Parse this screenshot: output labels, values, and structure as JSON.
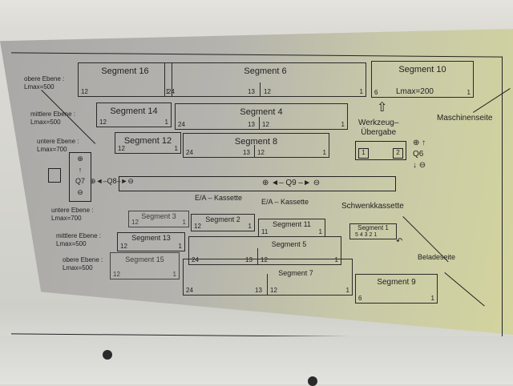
{
  "levels_top": [
    {
      "label": "obere Ebene :",
      "lmax": "Lmax=500"
    },
    {
      "label": "mittlere Ebene :",
      "lmax": "Lmax=500"
    },
    {
      "label": "untere Ebene :",
      "lmax": "Lmax=700"
    }
  ],
  "levels_bottom": [
    {
      "label": "untere Ebene :",
      "lmax": "Lmax=700"
    },
    {
      "label": "mittlere Ebene :",
      "lmax": "Lmax=500"
    },
    {
      "label": "obere Ebene :",
      "lmax": "Lmax=500"
    }
  ],
  "segments": {
    "s16": {
      "title": "Segment 16",
      "n": [
        "12",
        "1"
      ]
    },
    "s6": {
      "title": "Segment 6",
      "n": [
        "24",
        "13",
        "12",
        "1"
      ]
    },
    "s10": {
      "title": "Segment 10",
      "n": [
        "6",
        "1"
      ],
      "lmax": "Lmax=200"
    },
    "s14": {
      "title": "Segment 14",
      "n": [
        "12",
        "1"
      ]
    },
    "s4": {
      "title": "Segment 4",
      "n": [
        "24",
        "13",
        "12",
        "1"
      ]
    },
    "s12": {
      "title": "Segment 12",
      "n": [
        "12",
        "1"
      ]
    },
    "s8": {
      "title": "Segment 8",
      "n": [
        "24",
        "13",
        "12",
        "1"
      ]
    },
    "s3": {
      "title": "Segment 3",
      "n": [
        "12",
        "1"
      ]
    },
    "s2": {
      "title": "Segment 2",
      "n": [
        "12",
        "1"
      ]
    },
    "s11": {
      "title": "Segment 11",
      "n": [
        "11",
        "1"
      ]
    },
    "s1": {
      "title": "Segment 1",
      "n": [
        "5 4 3 2 1"
      ]
    },
    "s13": {
      "title": "Segment 13",
      "n": [
        "12",
        "1"
      ]
    },
    "s5": {
      "title": "Segment 5",
      "n": [
        "24",
        "13",
        "12",
        "1"
      ]
    },
    "s15": {
      "title": "Segment 15",
      "n": [
        "12",
        "1"
      ]
    },
    "s7": {
      "title": "Segment 7",
      "n": [
        "24",
        "13",
        "12",
        "1"
      ]
    },
    "s9": {
      "title": "Segment 9",
      "n": [
        "6",
        "1"
      ]
    }
  },
  "labels": {
    "werkzeug": "Werkzeug–",
    "uebergabe": "Übergabe",
    "transfer_1": "1",
    "transfer_2": "2",
    "maschinenseite": "Maschinenseite",
    "q6": "Q6",
    "q7": "Q7",
    "q8": "Q8",
    "q9": "Q9",
    "plus": "⊕",
    "minus": "⊖",
    "ea_kassette_1": "E/A – Kassette",
    "ea_kassette_2": "E/A – Kassette",
    "schwenkkassette": "Schwenkkassette",
    "beladeseite": "Beladeseite"
  }
}
